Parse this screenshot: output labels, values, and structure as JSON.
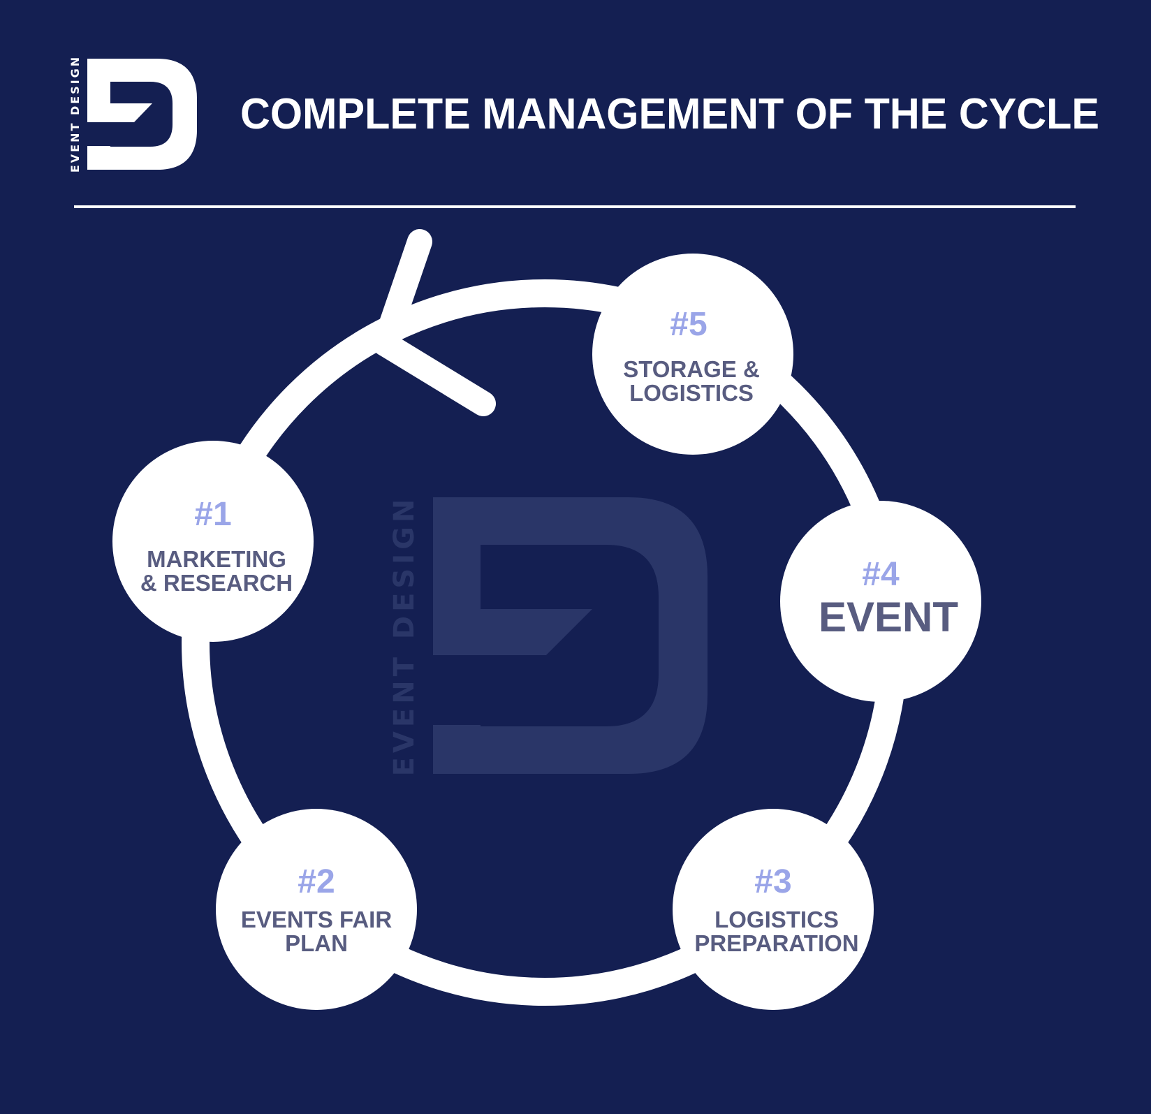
{
  "brand": {
    "logo_text": "EVENT DESIGN",
    "watermark_text": "EVENT DESIGN"
  },
  "title": "COMPLETE MANAGEMENT OF THE CYCLE",
  "colors": {
    "background": "#141f52",
    "foreground": "#ffffff",
    "number": "#9aa5e8",
    "label": "#585c80",
    "watermark": "#2a3668"
  },
  "steps": [
    {
      "number": "#1",
      "lines": [
        "MARKETING",
        "& RESEARCH"
      ]
    },
    {
      "number": "#2",
      "lines": [
        "EVENTS FAIR",
        "PLAN"
      ]
    },
    {
      "number": "#3",
      "lines": [
        "LOGISTICS",
        "PREPARATION"
      ]
    },
    {
      "number": "#4",
      "lines": [
        "EVENT"
      ]
    },
    {
      "number": "#5",
      "lines": [
        "STORAGE &",
        "LOGISTICS"
      ]
    }
  ]
}
